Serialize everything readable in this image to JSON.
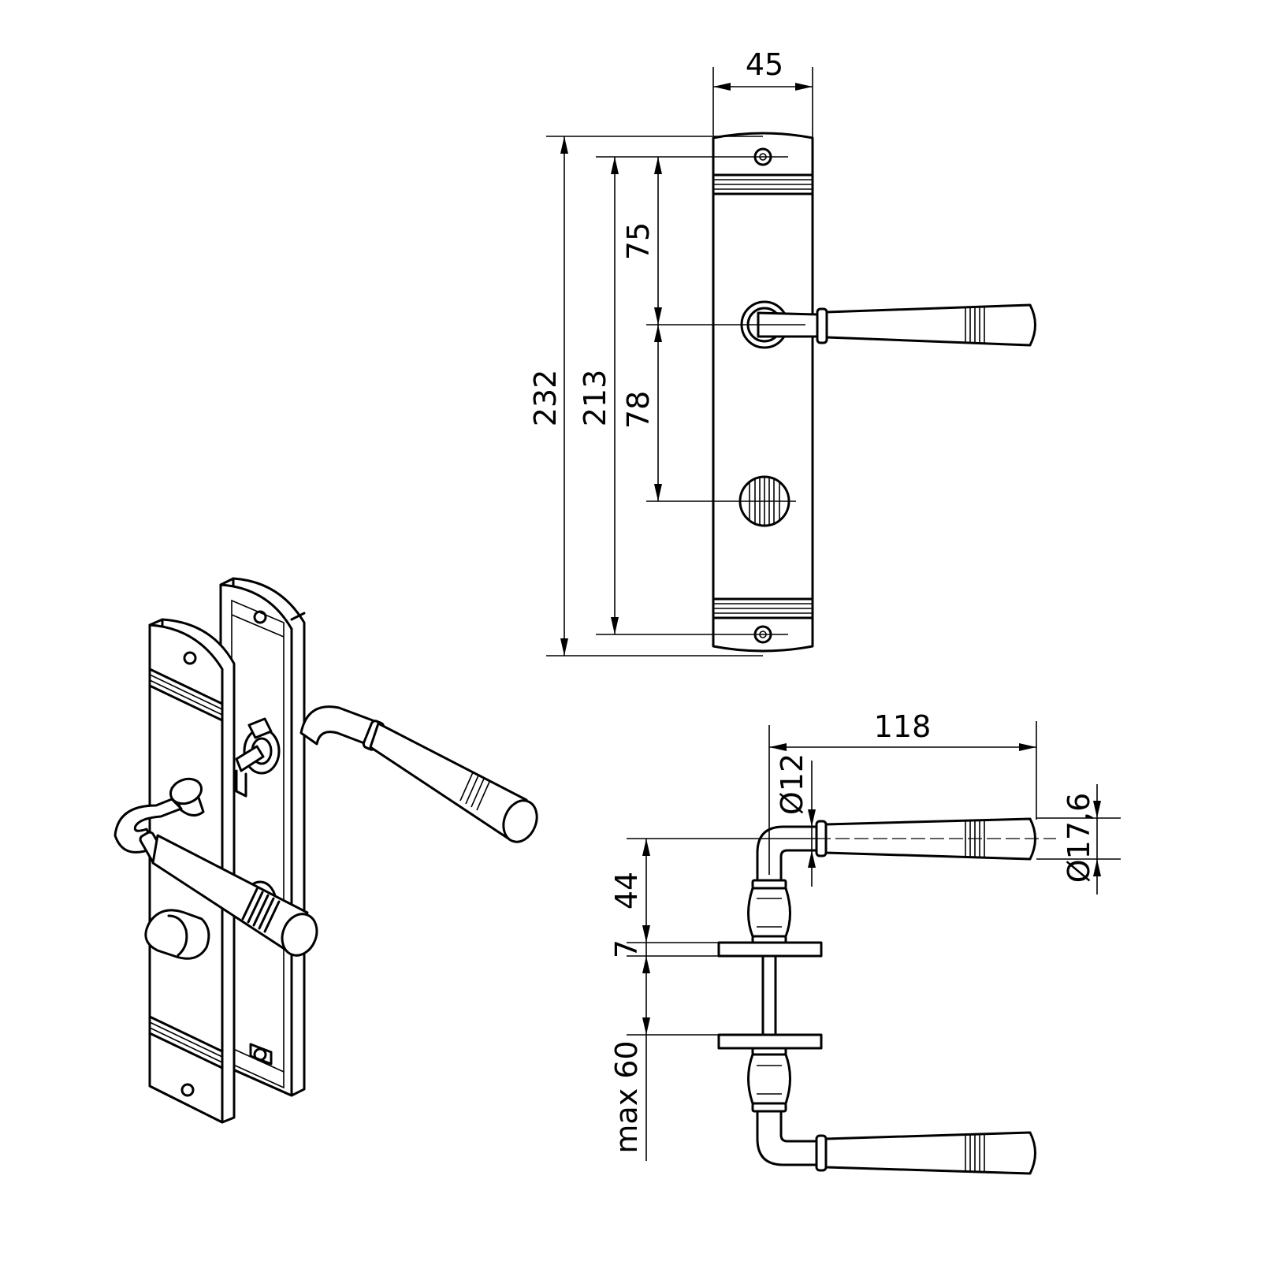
{
  "front_view": {
    "width_label": "45",
    "height_total_label": "232",
    "hole_spacing_label": "213",
    "upper_offset_label": "75",
    "lower_offset_label": "78"
  },
  "side_view": {
    "lever_length_label": "118",
    "neck_diameter_label": "Ø12",
    "grip_diameter_label": "Ø17,6",
    "lever_height_label": "44",
    "rose_thickness_label": "7",
    "door_thickness_label": "max 60"
  }
}
